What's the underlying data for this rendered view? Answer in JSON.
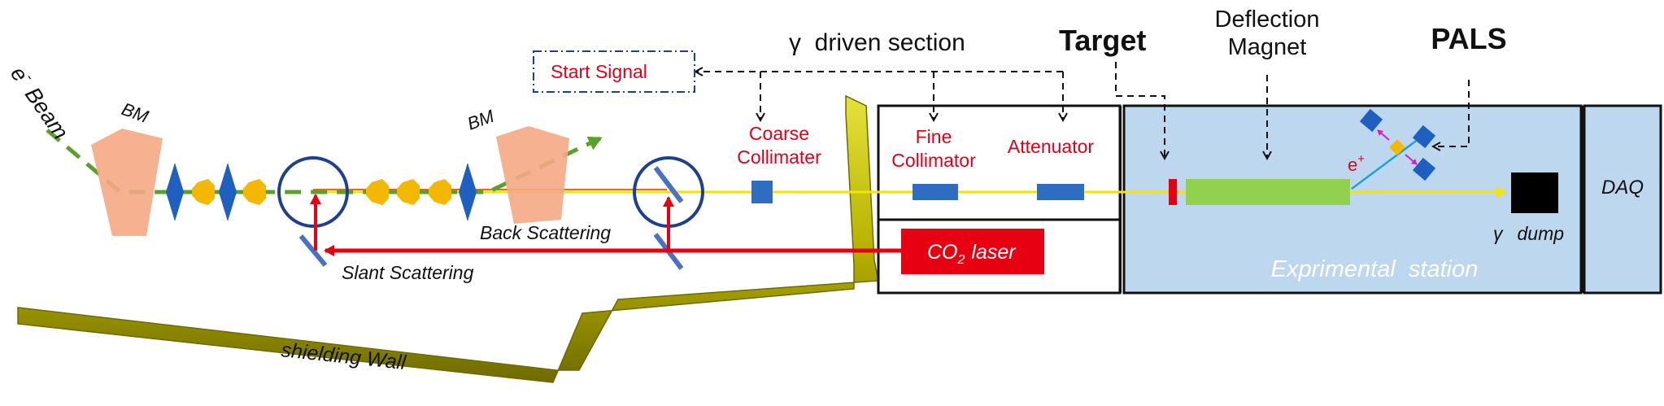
{
  "beam": {
    "prefix": "e",
    "sup": "-",
    "word": "Beam"
  },
  "bm_left": "BM",
  "bm_right": "BM",
  "start_signal": "Start Signal",
  "gamma_section": "γ  driven section",
  "target": "Target",
  "deflection_magnet": [
    "Deflection",
    "Magnet"
  ],
  "pals": "PALS",
  "coarse_collimator": [
    "Coarse",
    "Collimater"
  ],
  "fine_collimator": [
    "Fine",
    "Collimator"
  ],
  "attenuator": "Attenuator",
  "positron": {
    "base": "e",
    "sup": "+"
  },
  "dump": {
    "gamma": "γ",
    "word": "dump"
  },
  "daq": "DAQ",
  "back_scattering": "Back Scattering",
  "slant_scattering": "Slant Scattering",
  "laser": {
    "base": "CO",
    "sub": "2",
    "word": "laser"
  },
  "station": "Exprimental  station",
  "wall": "shielding Wall",
  "colors": {
    "label_red": "#e0001b",
    "laser_red": "#e60012",
    "beam_green": "#5aa02c",
    "gamma_yellow": "#f5e400",
    "station_blue": "#bdd7ee",
    "optics_blue": "#1f5fbf",
    "quad_orange": "#f5b800",
    "bm_salmon": "#f4a984",
    "wall_olive": "#b5b000"
  }
}
